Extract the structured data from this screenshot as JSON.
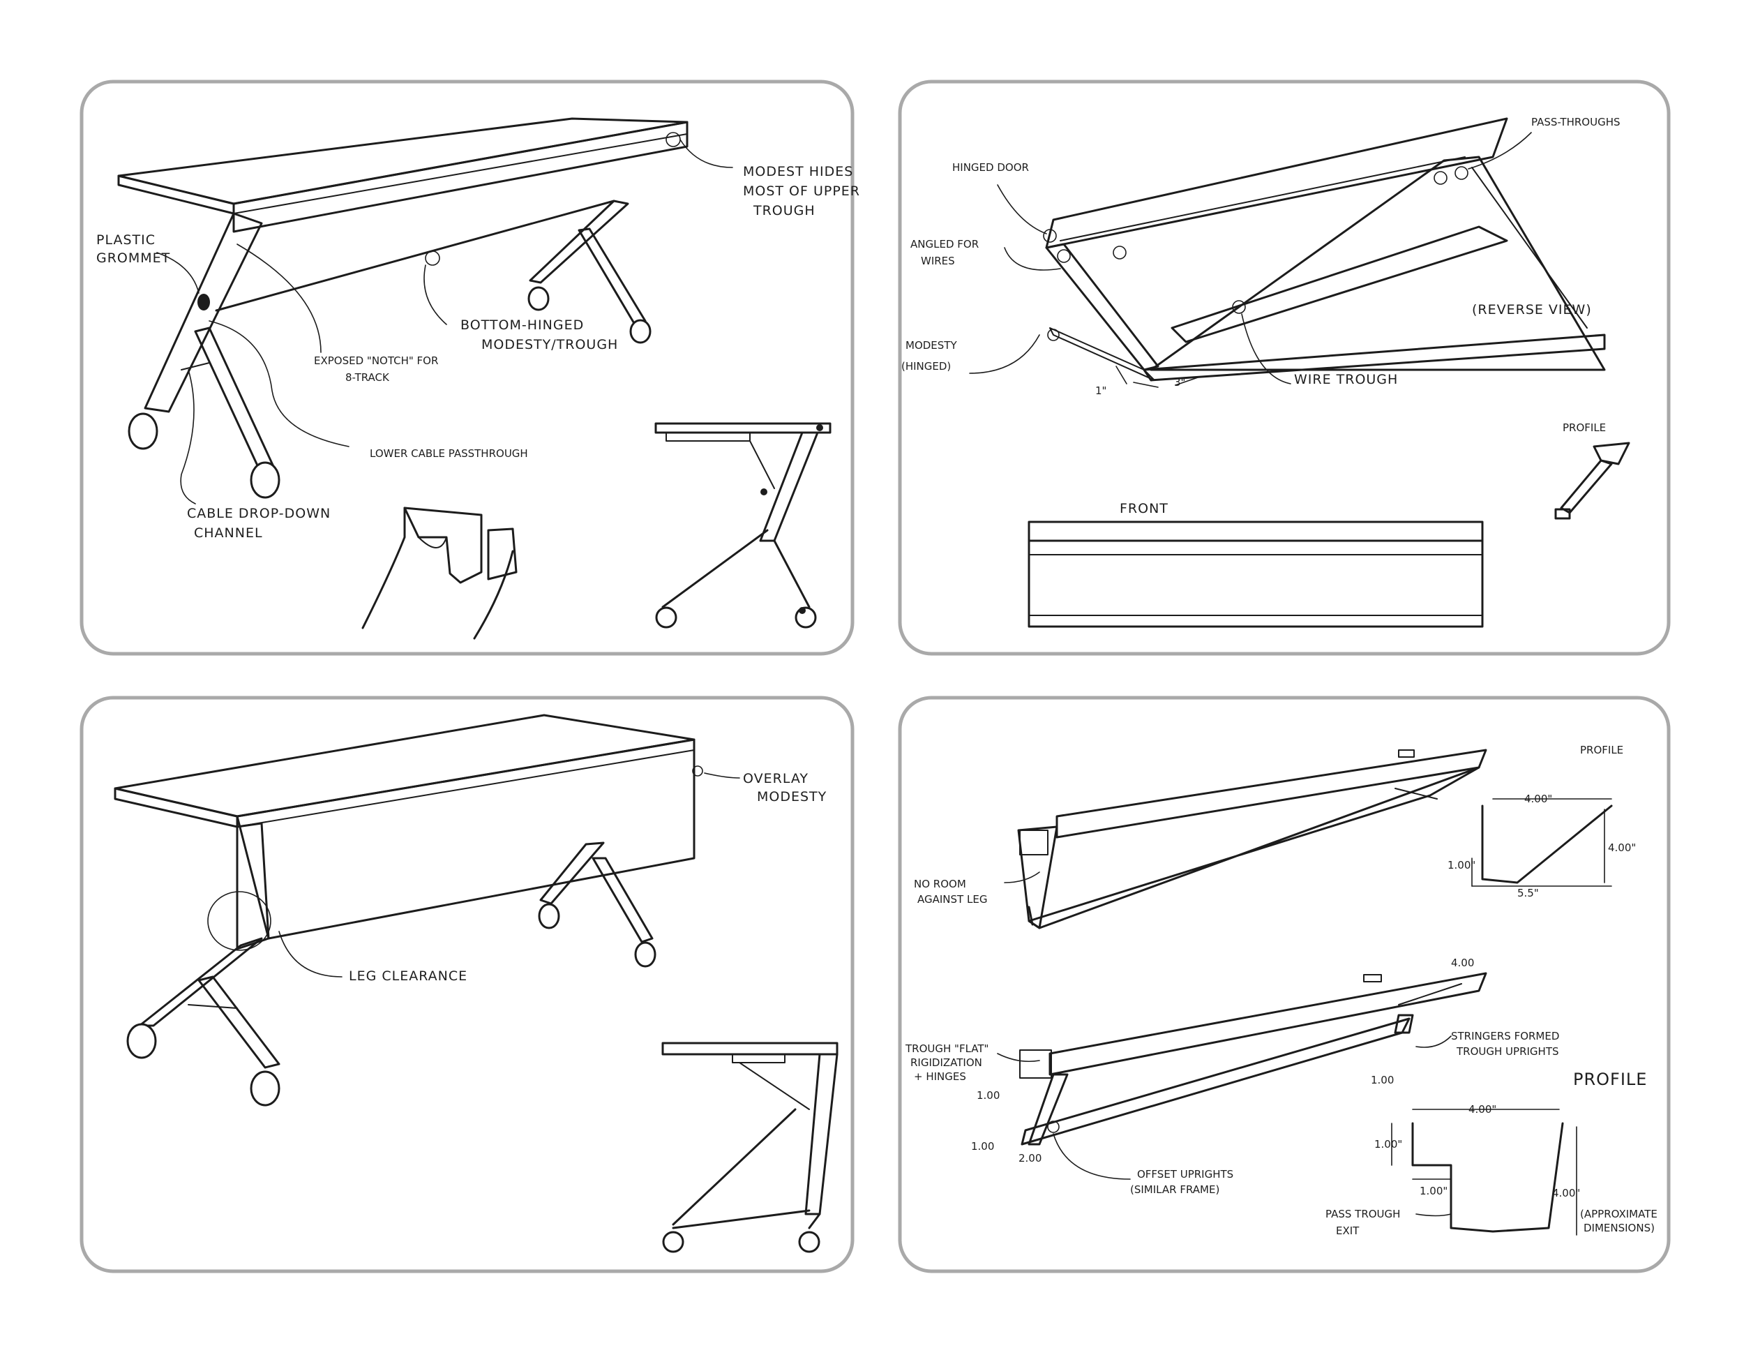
{
  "panels": [
    {
      "id": "top-left",
      "notes": {
        "modesty_hides": [
          "MODEST HIDES",
          "MOST OF UPPER",
          "TROUGH"
        ],
        "plastic_grommet": [
          "PLASTIC",
          "GROMMET"
        ],
        "exposed_notch": [
          "EXPOSED \"NOTCH\" FOR",
          "8-TRACK"
        ],
        "bottom_hinged": [
          "BOTTOM-HINGED",
          "MODESTY/TROUGH"
        ],
        "lower_cable": "LOWER CABLE PASSTHROUGH",
        "cable_drop": [
          "CABLE DROP-DOWN",
          "CHANNEL"
        ]
      }
    },
    {
      "id": "top-right",
      "notes": {
        "pass_throughs": "PASS-THROUGHS",
        "hinged_door": "HINGED DOOR",
        "angled_for_wires": [
          "ANGLED FOR",
          "WIRES"
        ],
        "reverse_view": "(REVERSE VIEW)",
        "modesty_hinged": [
          "MODESTY",
          "(HINGED)"
        ],
        "dim_1": "1\"",
        "dim_3": "3\"",
        "wire_trough": "WIRE TROUGH",
        "profile": "PROFILE",
        "front": "FRONT"
      }
    },
    {
      "id": "bottom-left",
      "notes": {
        "overlay_modesty": [
          "OVERLAY",
          "MODESTY"
        ],
        "leg_clearance": "LEG CLEARANCE"
      }
    },
    {
      "id": "bottom-right",
      "notes": {
        "profile_top": "PROFILE",
        "dim_400_a": "4.00\"",
        "dim_400_b": "4.00\"",
        "dim_100_a": "1.00\"",
        "dim_55": "5.5\"",
        "no_room": [
          "NO ROOM",
          "AGAINST LEG"
        ],
        "dim_400_top": "4.00",
        "trough_flat": [
          "TROUGH \"FLAT\"",
          "RIGIDIZATION",
          "+ HINGES"
        ],
        "stringers": [
          "STRINGERS FORMED",
          "TROUGH UPRIGHTS"
        ],
        "dim_100_small": "1.00",
        "profile_bottom": "PROFILE",
        "dim_400_c": "4.00\"",
        "dim_100_b": "1.00\"",
        "dim_100_c": "1.00\"",
        "dim_400_d": "4.00\"",
        "dim_100_left1": "1.00",
        "dim_100_left2": "1.00",
        "dim_200": "2.00",
        "offset_uprights": [
          "OFFSET UPRIGHTS",
          "(SIMILAR FRAME)"
        ],
        "pass_trough_exit": [
          "PASS TROUGH",
          "EXIT"
        ],
        "approx_dims": [
          "(APPROXIMATE",
          "DIMENSIONS)"
        ]
      }
    }
  ]
}
